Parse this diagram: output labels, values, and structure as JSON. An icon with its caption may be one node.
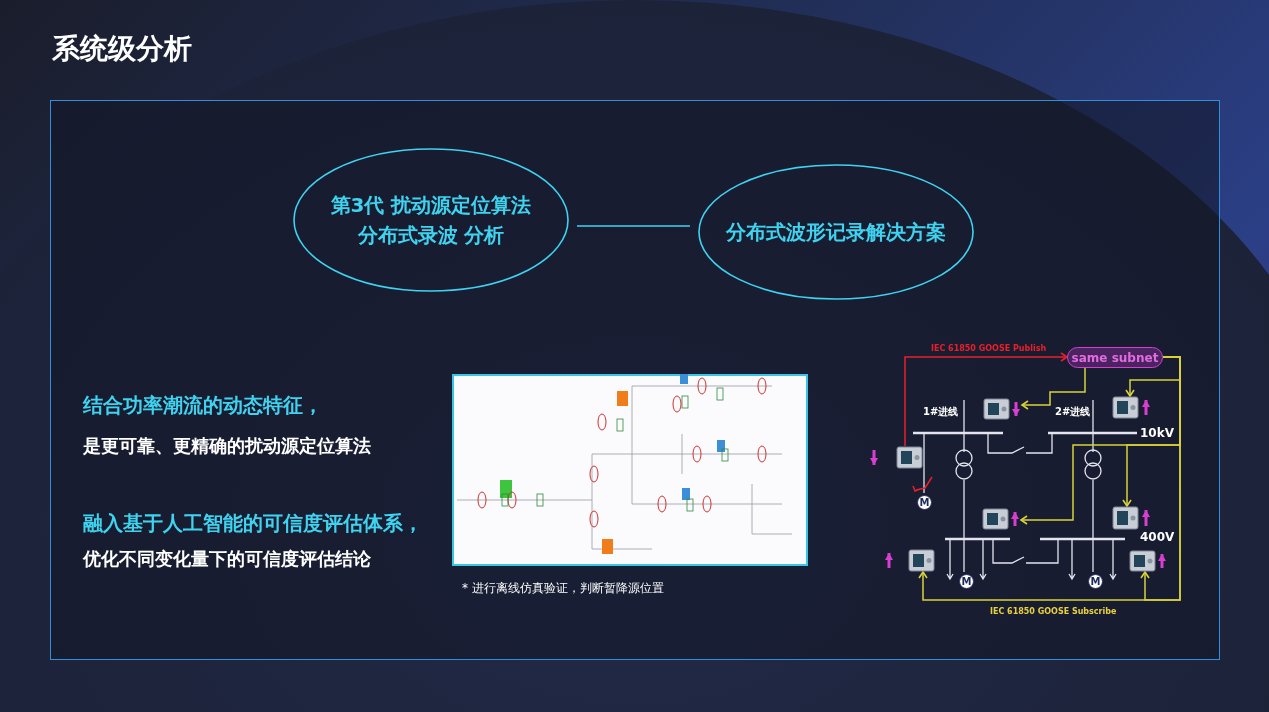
{
  "diagram": {
    "title": "系统级分析",
    "nodes": [
      {
        "text": [
          "第3代 扰动源定位算法分布式录波 分析"
        ]
      },
      {
        "text": [
          "分布式波形记录解决方案"
        ]
      },
      {
        "text": [
          "same subnet"
        ]
      },
      {
        "text": [],
        "shape": "box"
      },
      {
        "text": [],
        "shape": "box"
      },
      {
        "text": [],
        "shape": "box"
      },
      {
        "text": [],
        "shape": "box"
      },
      {
        "text": [],
        "shape": "box"
      },
      {
        "text": [],
        "shape": "box"
      },
      {
        "text": [],
        "shape": "box"
      },
      {
        "text": [
          "M"
        ]
      },
      {
        "text": [
          "M"
        ]
      },
      {
        "text": [
          "M"
        ]
      }
    ],
    "edges": [
      {
        "from": 0,
        "to": 1,
        "arrow": "none",
        "color": "#3fd3f0"
      },
      {
        "from": 5,
        "to": 2,
        "arrow": "to",
        "label": "IEC 61850 GOOSE Publish",
        "color": "#e8202a"
      },
      {
        "from": 2,
        "to": 3,
        "arrow": "to"
      },
      {
        "from": 2,
        "to": 4,
        "arrow": "to"
      },
      {
        "from": 2,
        "to": 6,
        "arrow": "to"
      },
      {
        "from": 2,
        "to": 7,
        "arrow": "to"
      },
      {
        "from": 2,
        "to": 8,
        "arrow": "to"
      },
      {
        "from": 2,
        "to": 9,
        "arrow": "to"
      }
    ],
    "labels": [
      "结合功率潮流的动态特征，",
      "是更可靠、更精确的扰动源定位算法",
      "融入基于人工智能的可信度评估体系，",
      "优化不同变化量下的可信度评估结论",
      "* 进行离线仿真验证，判断暂降源位置",
      "1#进线",
      "2#进线",
      "10kV",
      "400V",
      "IEC 61850 GOOSE Subscribe"
    ]
  }
}
